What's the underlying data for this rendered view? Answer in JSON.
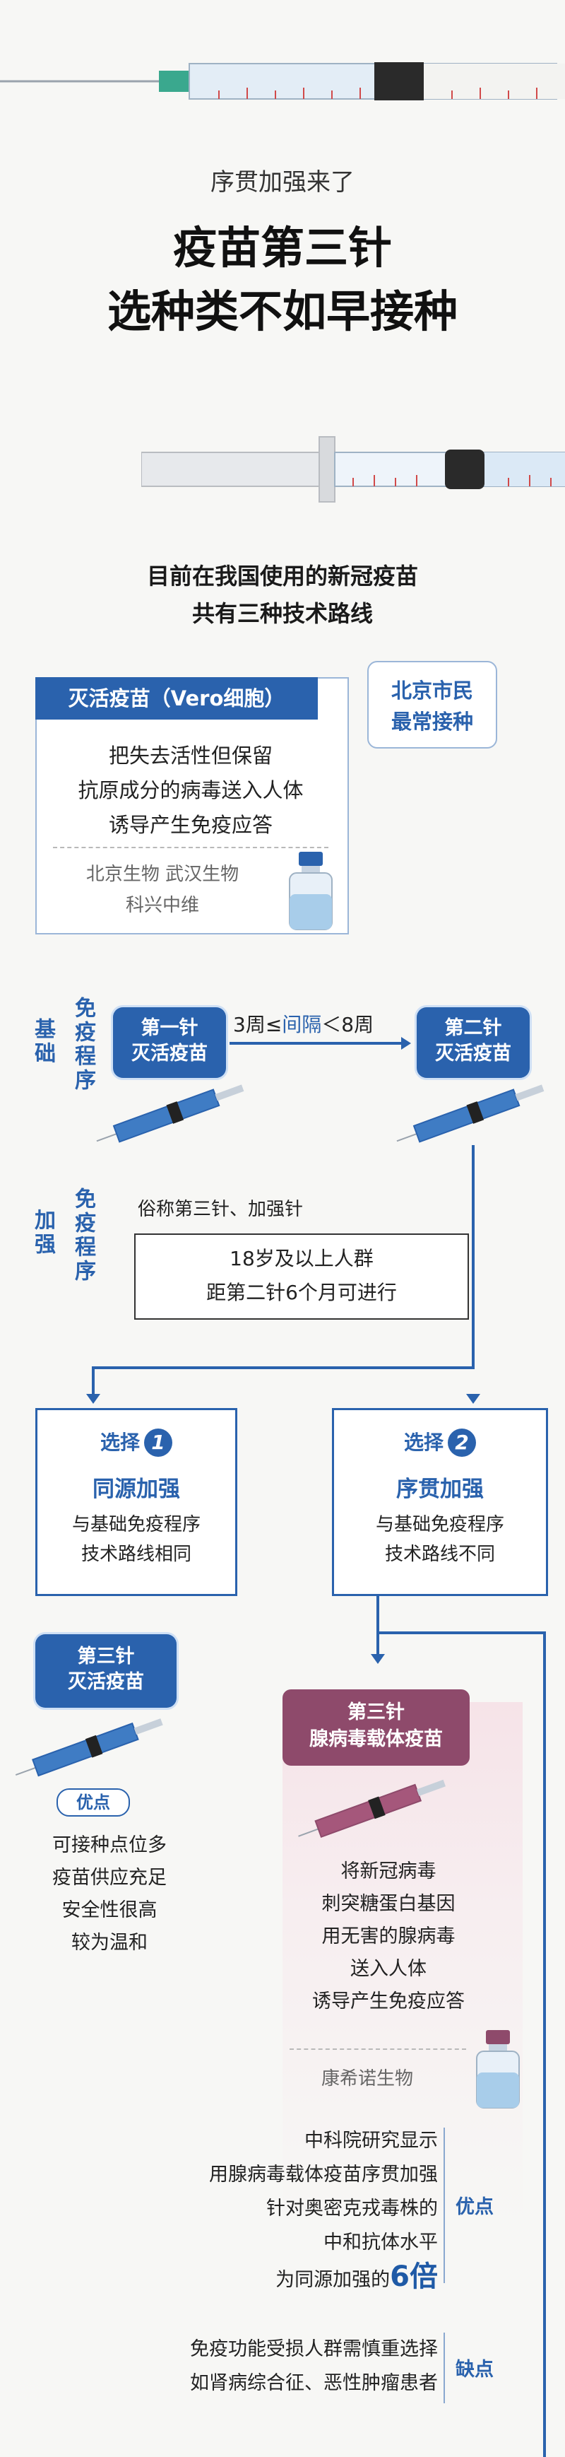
{
  "header": {
    "subtitle": "序贯加强来了",
    "title_line1": "疫苗第三针",
    "title_line2": "选种类不如早接种"
  },
  "intro": {
    "line1": "目前在我国使用的新冠疫苗",
    "line2": "共有三种技术路线"
  },
  "inactivated_card": {
    "tab": "灭活疫苗（Vero细胞）",
    "desc": [
      "把失去活性但保留",
      "抗原成分的病毒送入人体",
      "诱导产生免疫应答"
    ],
    "makers": [
      "北京生物  武汉生物",
      "科兴中维"
    ]
  },
  "beijing_badge": {
    "line1": "北京市民",
    "line2": "最常接种"
  },
  "basic": {
    "label_left": "基础",
    "label_right": "免疫程序",
    "first_dose": {
      "line1": "第一针",
      "line2": "灭活疫苗"
    },
    "interval": {
      "prefix": "3周≤",
      "mid": "间隔",
      "suffix": "＜8周"
    },
    "second_dose": {
      "line1": "第二针",
      "line2": "灭活疫苗"
    }
  },
  "booster": {
    "label_left": "加强",
    "label_right": "免疫程序",
    "alias": "俗称第三针、加强针",
    "box": [
      "18岁及以上人群",
      "距第二针6个月可进行"
    ]
  },
  "option1": {
    "choose": "选择",
    "num": "1",
    "title": "同源加强",
    "desc": [
      "与基础免疫程序",
      "技术路线相同"
    ],
    "dose": {
      "line1": "第三针",
      "line2": "灭活疫苗"
    },
    "pros_tag": "优点",
    "pros": [
      "可接种点位多",
      "疫苗供应充足",
      "安全性很高",
      "较为温和"
    ]
  },
  "option2": {
    "choose": "选择",
    "num": "2",
    "title": "序贯加强",
    "desc": [
      "与基础免疫程序",
      "技术路线不同"
    ],
    "dose": {
      "line1": "第三针",
      "line2": "腺病毒载体疫苗"
    },
    "mech": [
      "将新冠病毒",
      "刺突糖蛋白基因",
      "用无害的腺病毒",
      "送入人体",
      "诱导产生免疫应答"
    ],
    "maker": "康希诺生物",
    "study": [
      "中科院研究显示",
      "用腺病毒载体疫苗序贯加强",
      "针对奥密克戎毒株的",
      "中和抗体水平"
    ],
    "study_last_prefix": "为同源加强的",
    "study_big": "6倍",
    "pros_tag": "优点",
    "cons": [
      "免疫功能受损人群需慎重选择",
      "如肾病综合征、恶性肿瘤患者"
    ],
    "cons_tag": "缺点"
  },
  "colors": {
    "primary": "#2a62ad",
    "accent_purple": "#8e4a6b",
    "pink_bg": "#f6e3e8"
  }
}
